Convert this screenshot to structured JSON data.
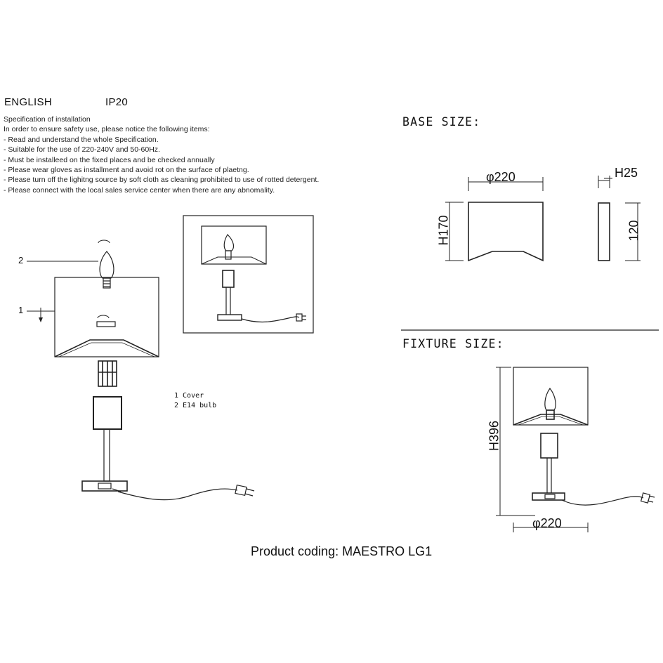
{
  "header": {
    "language": "ENGLISH",
    "ip_rating": "IP20"
  },
  "specification": {
    "title": "Specification of installation",
    "intro": "In order to ensure safety use, please notice the following items:",
    "items": [
      "- Read and understand the whole Specification.",
      "- Suitable for the use of 220-240V and 50-60Hz.",
      "- Must be installeed on the fixed places and be checked annually",
      "- Please wear gloves as installment and avoid rot on the surface of plaetng.",
      "- Please turn off the lighitng source by soft cloth as cleaning prohibited to use of rotted detergent.",
      "- Please connect with the local sales service center when there are any abnomality."
    ]
  },
  "assembly": {
    "callouts": [
      "2",
      "1"
    ],
    "legend": [
      "1 Cover",
      "2 E14 bulb"
    ]
  },
  "base_size": {
    "title": "BASE SIZE:",
    "diameter": "φ220",
    "height_front": "H170",
    "thickness": "H25",
    "side_height": "120"
  },
  "fixture_size": {
    "title": "FIXTURE SIZE:",
    "height": "H396",
    "diameter": "φ220"
  },
  "footer": {
    "product_coding": "Product coding: MAESTRO LG1"
  }
}
